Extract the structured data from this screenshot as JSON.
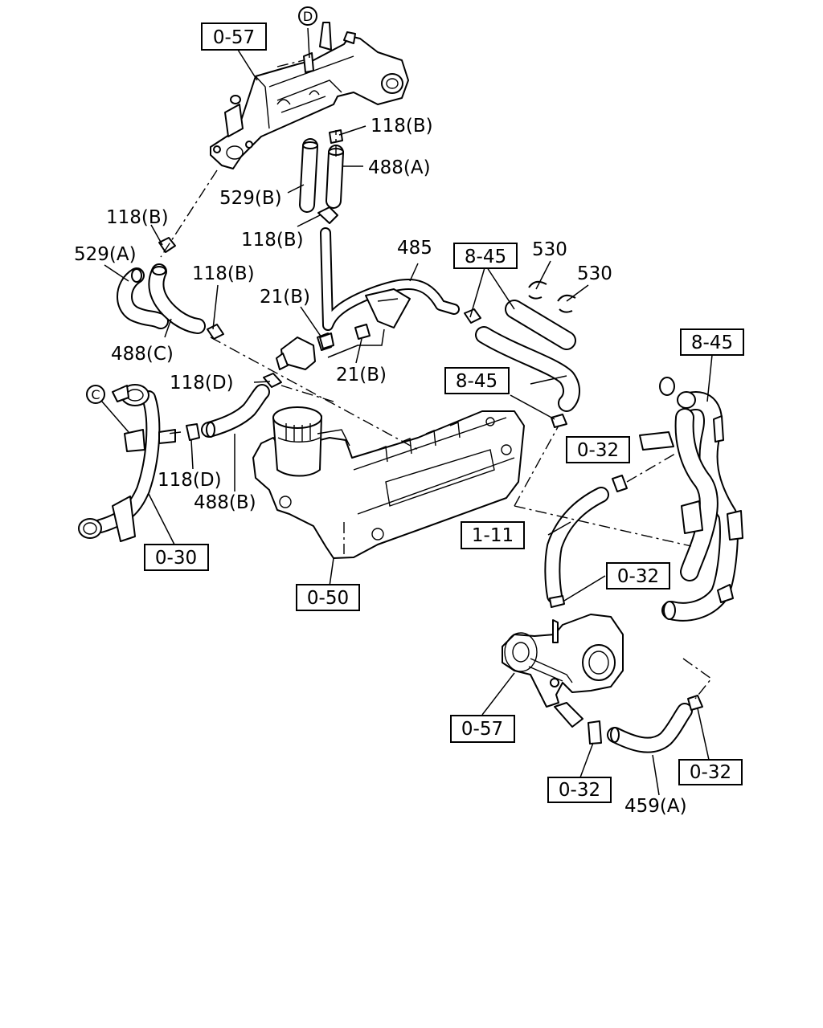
{
  "diagram": {
    "ref_boxes": {
      "r057_top": "0-57",
      "r845_a": "8-45",
      "r845_b": "8-45",
      "r845_c": "8-45",
      "r032_a": "0-32",
      "r111": "1-11",
      "r032_b": "0-32",
      "r030": "0-30",
      "r050": "0-50",
      "r057_bottom": "0-57",
      "r032_c": "0-32",
      "r032_d": "0-32"
    },
    "labels": {
      "l118b_1": "118(B)",
      "l488a": "488(A)",
      "l529b": "529(B)",
      "l118b_2": "118(B)",
      "l118b_3": "118(B)",
      "l529a": "529(A)",
      "l485": "485",
      "l530_1": "530",
      "l530_2": "530",
      "l118b_4": "118(B)",
      "l21b_1": "21(B)",
      "l488c": "488(C)",
      "l21b_2": "21(B)",
      "l118d_1": "118(D)",
      "l118d_2": "118(D)",
      "l488b": "488(B)",
      "l459a": "459(A)"
    },
    "circled": {
      "c_d": "D",
      "c_c": "C"
    }
  }
}
